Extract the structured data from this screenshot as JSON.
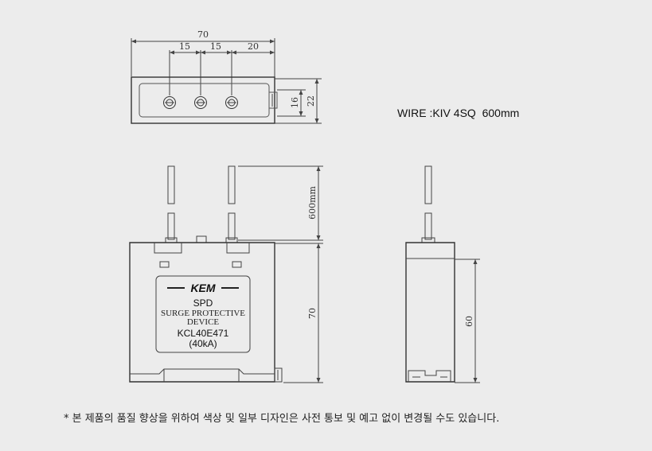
{
  "top_view": {
    "overall_width": "70",
    "spacing_1": "15",
    "spacing_2": "15",
    "spacing_3": "20",
    "inner_height": "16",
    "outer_height": "22"
  },
  "wire_spec": "WIRE :KIV 4SQ  600mm",
  "front_view": {
    "wire_length": "600mm",
    "body_height": "70"
  },
  "label": {
    "brand": "KEM",
    "type": "SPD",
    "name_line1": "SURGE PROTECTIVE",
    "name_line2": "DEVICE",
    "model": "KCL40E471",
    "rating": "(40kA)"
  },
  "side_view": {
    "body_height": "60"
  },
  "footnote": "* 본 제품의 품질 향상을 위하여 색상 및 일부 디자인은 사전 통보 및 예고 없이 변경될 수도 있습니다."
}
